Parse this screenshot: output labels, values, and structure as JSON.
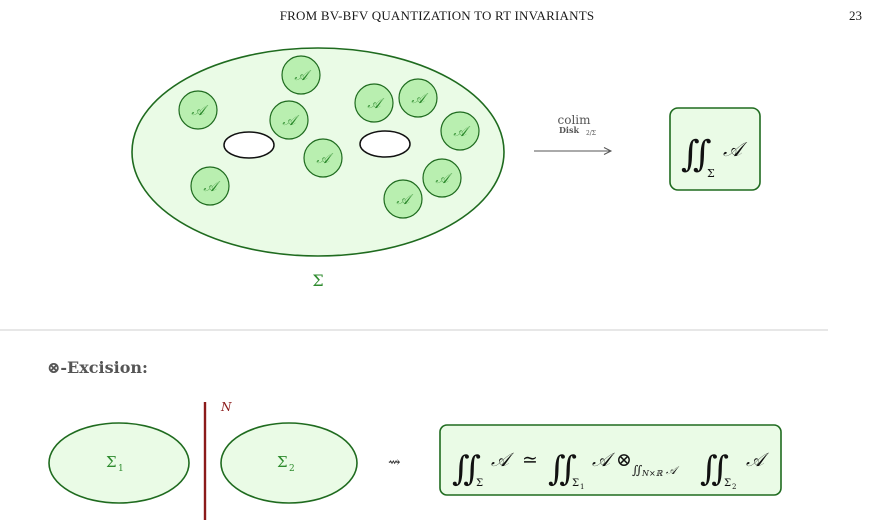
{
  "header": {
    "running_title": "FROM BV-BFV QUANTIZATION TO RT INVARIANTS",
    "page_number": "23"
  },
  "top_figure": {
    "disk_label": "𝒜",
    "surface_label": "Σ",
    "arrow_label_top": "colim",
    "arrow_label_bottom": "Disk",
    "arrow_label_sub": "2/Σ",
    "result_integral": "∬",
    "result_sub": "Σ",
    "result_A": "𝒜"
  },
  "excision": {
    "heading": "⊗-Excision:",
    "surface1_label": "Σ",
    "surface1_sub": "1",
    "surface2_label": "Σ",
    "surface2_sub": "2",
    "cut_label": "N",
    "squiggle_arrow": "⇝",
    "formula": {
      "integral": "∬",
      "sub_sigma": "Σ",
      "A": "𝒜",
      "simeq": "≃",
      "sub_sigma1": "Σ",
      "sub_1": "1",
      "otimes": "⊗",
      "sub_NxR": "N×ℝ",
      "sub_sigma2": "Σ",
      "sub_2": "2"
    }
  },
  "colors": {
    "green_stroke": "#1f6b1f",
    "green_fill_light": "#eafbe6",
    "green_disk_fill": "#b9efb0",
    "green_text": "#2e8b2e",
    "cut_red": "#8b1a1a",
    "divider": "#cfcfcf",
    "heading_gray": "#555555"
  }
}
